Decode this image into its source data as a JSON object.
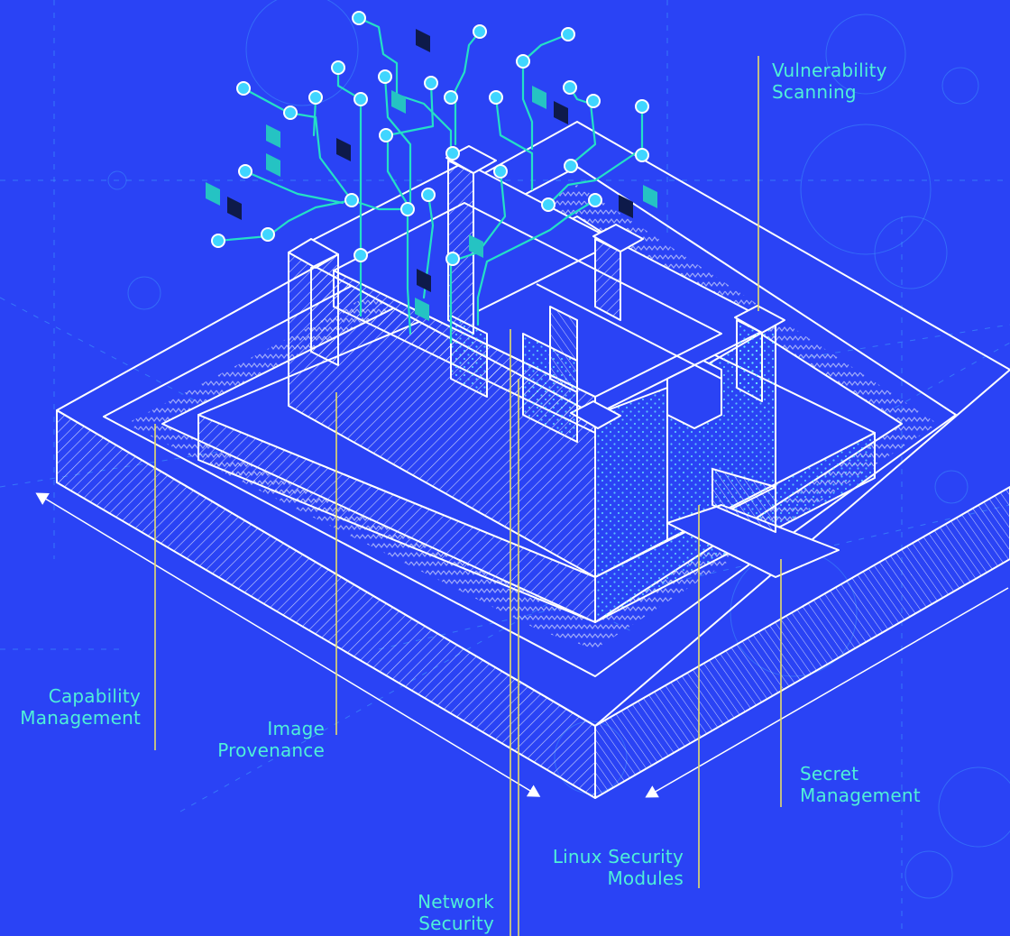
{
  "colors": {
    "background": "#2a43f5",
    "line": "#ffffff",
    "leader": "#e6dc6a",
    "label_text": "#4ff0d8",
    "circuit": "#24e0c6",
    "chip_dark": "#0e1a4a",
    "chip_teal": "#25c3c3",
    "guide": "#47b8ff"
  },
  "labels": {
    "capability": [
      "Capability",
      "Management"
    ],
    "image": [
      "Image",
      "Provenance"
    ],
    "network": [
      "Network",
      "Security"
    ],
    "lsm": [
      "Linux Security",
      "Modules"
    ],
    "secret": [
      "Secret",
      "Management"
    ],
    "vulnerability": [
      "Vulnerability",
      "Scanning"
    ]
  },
  "icons": [
    "isometric-fortress-icon",
    "circuit-tree-icon",
    "dimension-arrow-icon"
  ]
}
